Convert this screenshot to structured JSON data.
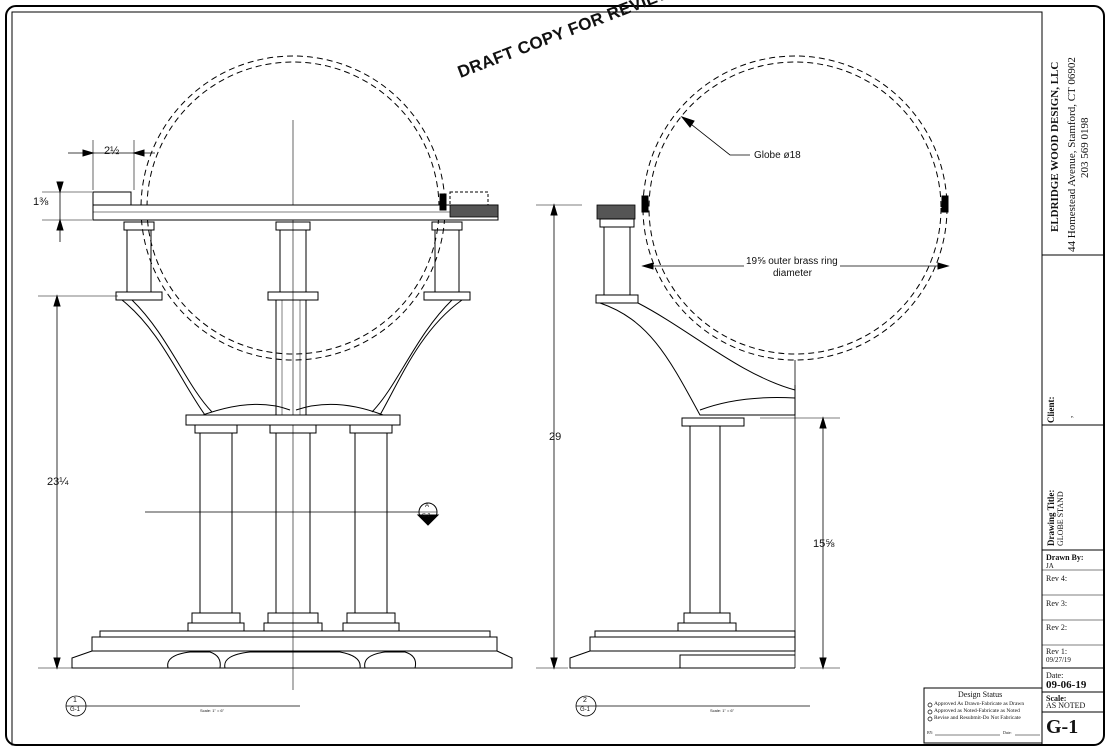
{
  "watermark": "DRAFT COPY FOR REVIEW",
  "view1": {
    "dims": {
      "ring_offset": "2½",
      "top_thickness": "1⅜",
      "height": "23¼"
    },
    "section_marker": {
      "top": "A",
      "bottom": "G-2"
    },
    "callout": {
      "number": "1",
      "sheet": "G-1",
      "scale": "Scale: 1\" = 6\""
    }
  },
  "view2": {
    "dims": {
      "overall_height": "29",
      "column_height": "15⅝"
    },
    "notes": {
      "globe": "Globe ø18",
      "ring_line1": "19⅝ outer brass ring",
      "ring_line2": "diameter"
    },
    "callout": {
      "number": "2",
      "sheet": "G-1",
      "scale": "Scale: 1\" = 6\""
    }
  },
  "title_block": {
    "company": "ELDRIDGE WOOD DESIGN, LLC",
    "address": "44 Homestead Avenue, Stamford, CT 06902",
    "phone": "203 569 0198",
    "client_label": "Client:",
    "client_value": ",",
    "drawing_title_label": "Drawing Title:",
    "drawing_title_value": "GLOBE STAND",
    "drawn_by_label": "Drawn By:",
    "drawn_by_value": "JA",
    "rev4_label": "Rev 4:",
    "rev3_label": "Rev 3:",
    "rev2_label": "Rev 2:",
    "rev1_label": "Rev 1:",
    "rev1_value": "09/27/19",
    "date_label": "Date:",
    "date_value": "09-06-19",
    "scale_label": "Scale:",
    "scale_value": "AS NOTED",
    "sheet_number": "G-1"
  },
  "design_status": {
    "title": "Design Status",
    "options": [
      "Approved As Drawn-Fabricate as Drawn",
      "Approved as Noted-Fabricate as Noted",
      "Revise and Resubmit-Do Not Fabricate"
    ],
    "by_label": "BY:",
    "date_label": "Date:"
  }
}
